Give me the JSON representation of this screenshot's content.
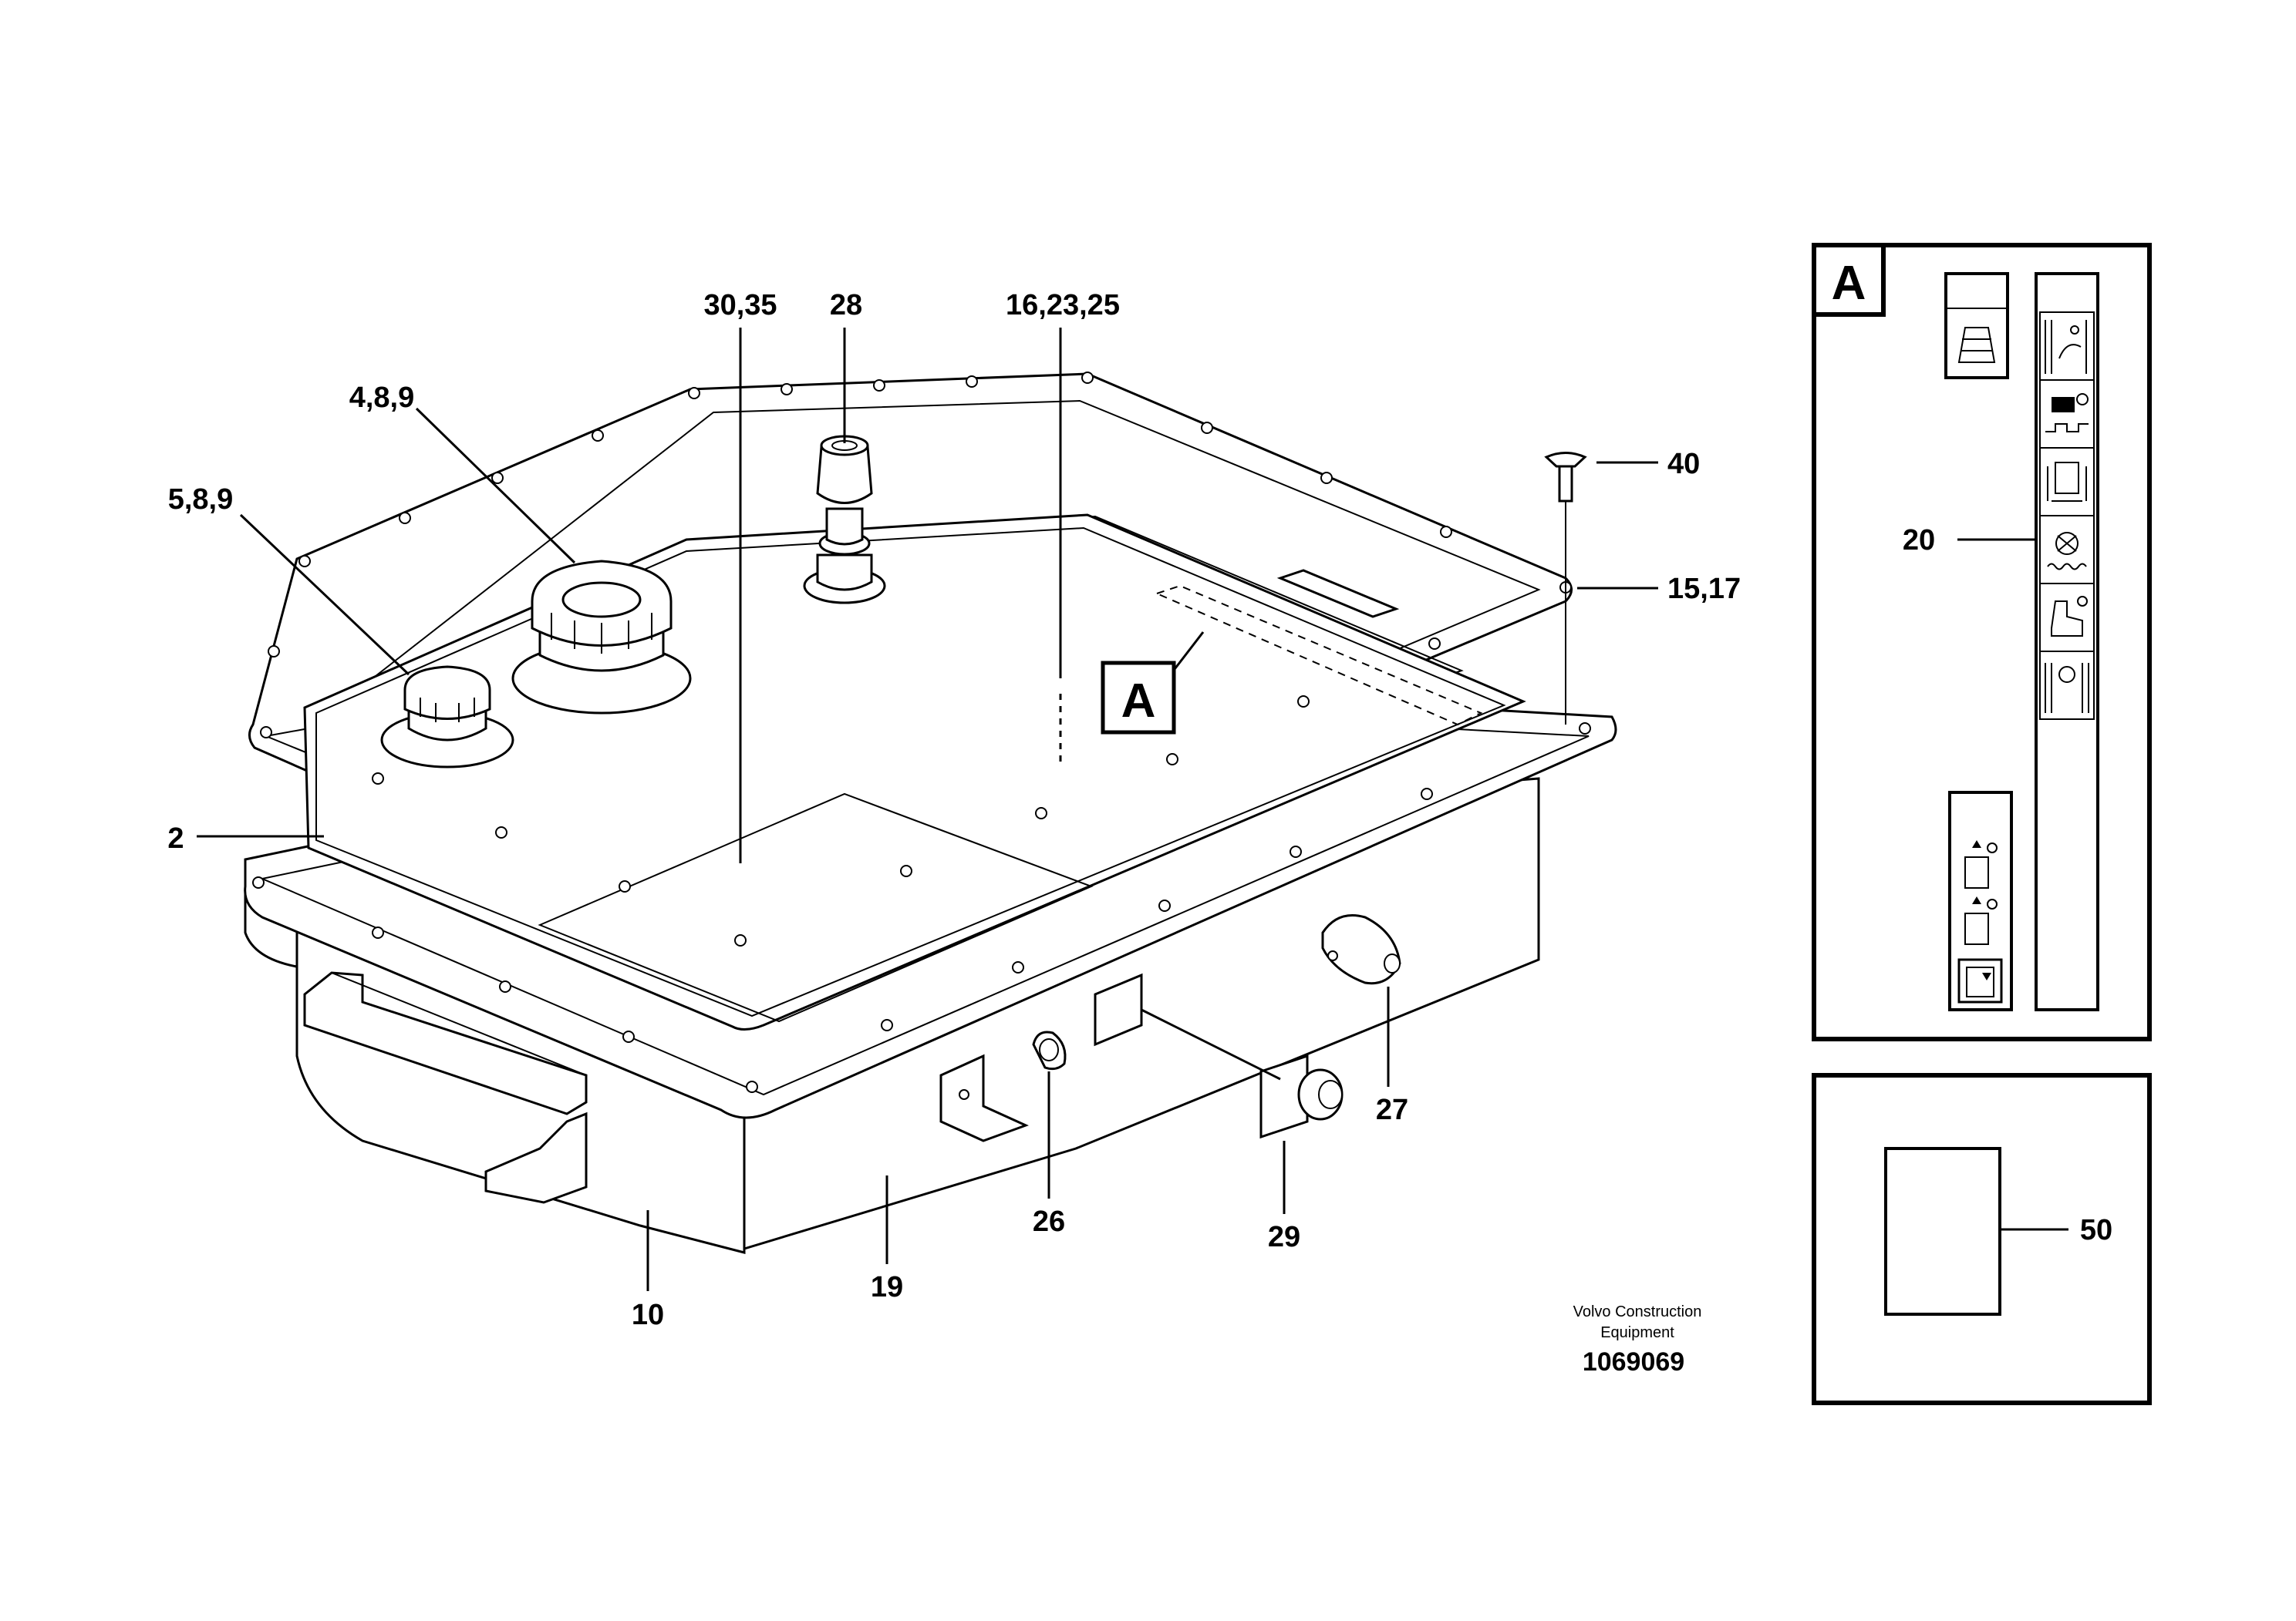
{
  "callouts": {
    "c_30_35": "30,35",
    "c_28": "28",
    "c_16_23_25": "16,23,25",
    "c_4_8_9": "4,8,9",
    "c_5_8_9": "5,8,9",
    "c_40": "40",
    "c_15_17": "15,17",
    "c_2": "2",
    "c_10": "10",
    "c_19": "19",
    "c_26": "26",
    "c_29": "29",
    "c_27": "27",
    "c_20": "20",
    "c_50": "50"
  },
  "detail_mark": "A",
  "detail_panel_label": "A",
  "credit": {
    "line1": "Volvo Construction",
    "line2": "Equipment",
    "number": "1069069"
  },
  "icons": {
    "decal_top": "seat-adjust-icon",
    "strip": [
      "boom-swing-icon",
      "travel-pedal-icon",
      "cab-lift-icon",
      "fan-cooling-icon",
      "operator-seat-icon",
      "track-tension-icon"
    ],
    "small_strip": [
      "lever-up-icon",
      "lever-mid-icon",
      "lever-down-icon"
    ]
  }
}
